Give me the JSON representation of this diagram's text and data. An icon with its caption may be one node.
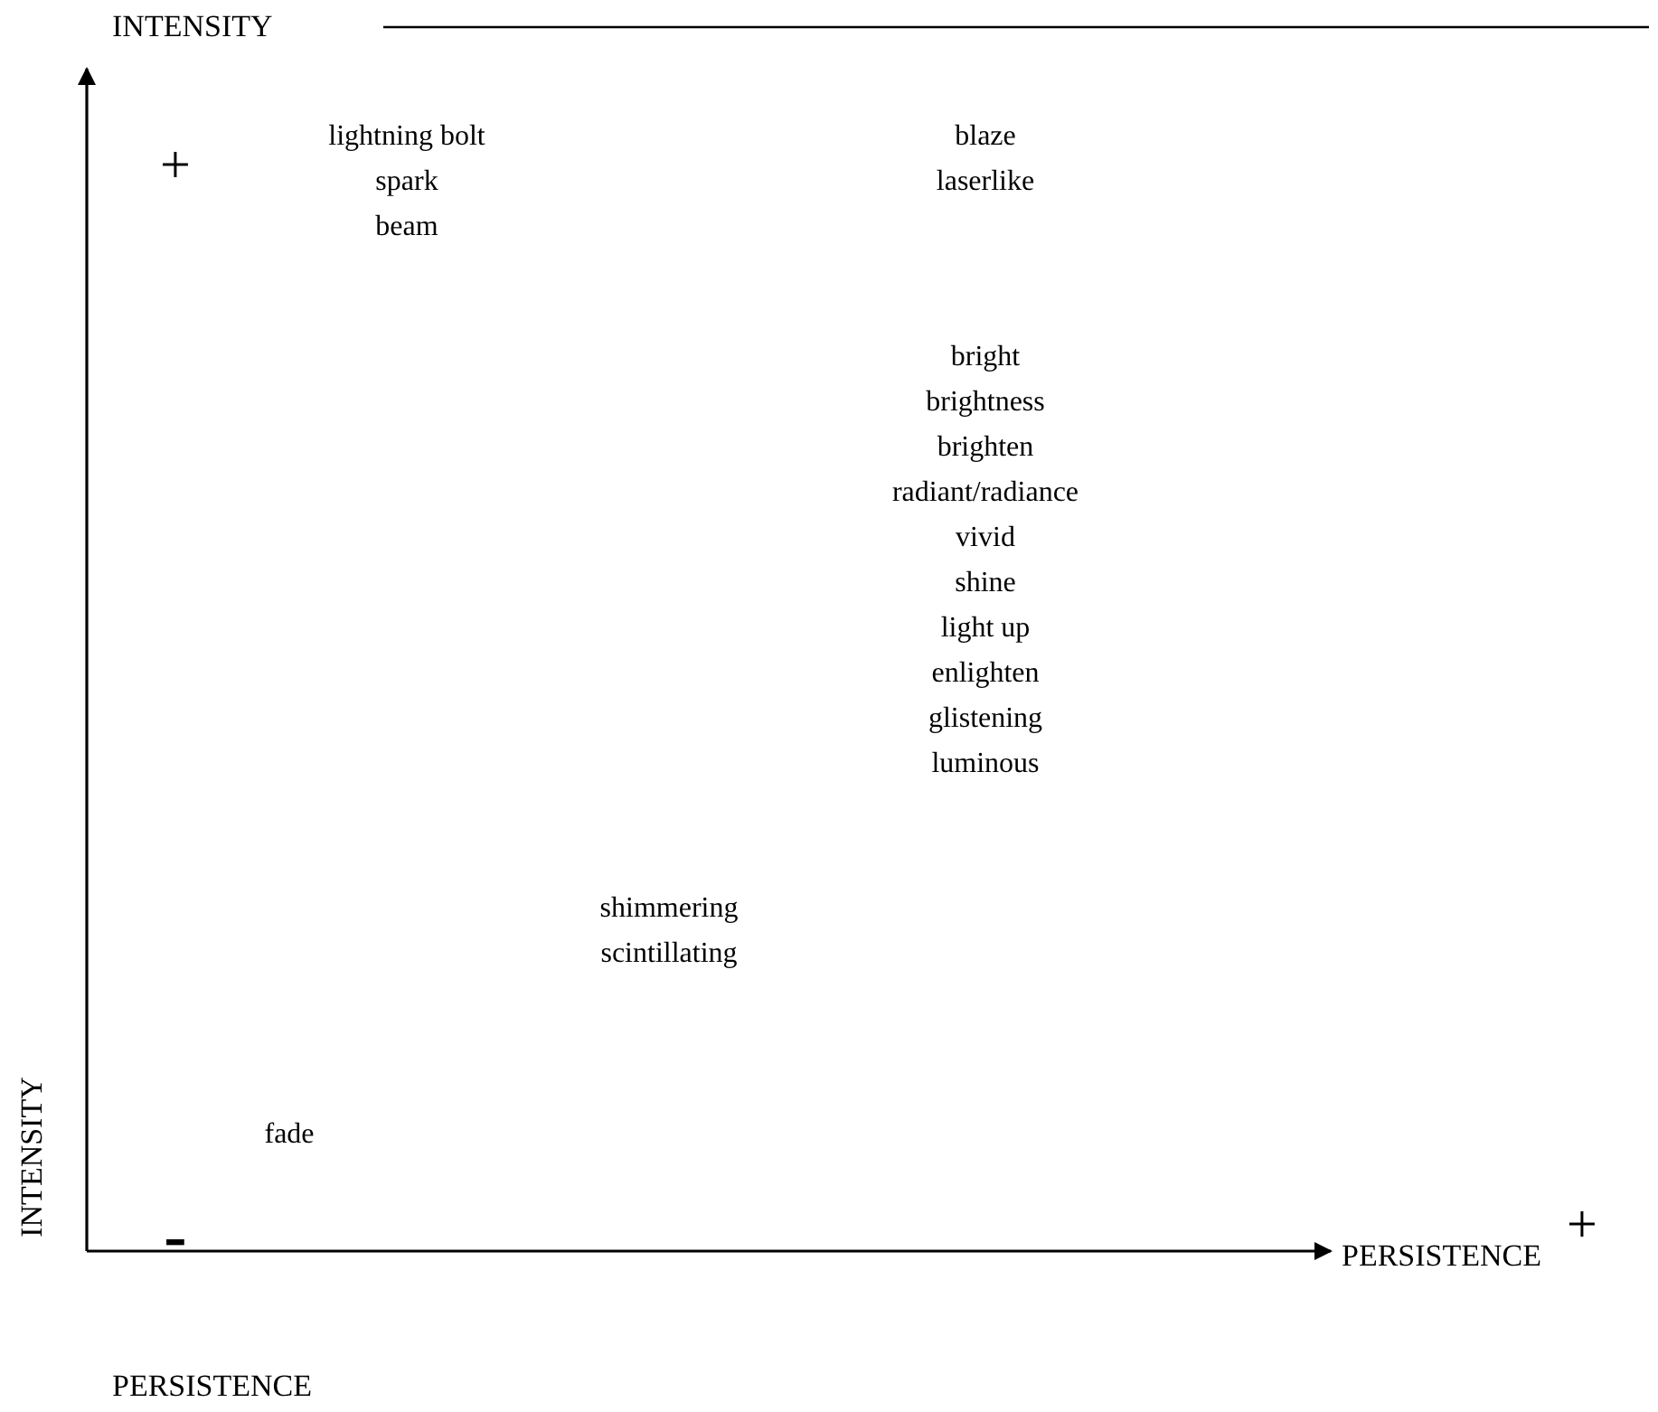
{
  "diagram": {
    "labels": [
      "INTENSITY",
      "+",
      "lightning bolt",
      "spark",
      "beam",
      "blaze",
      "laserlike",
      "bright",
      "brightness",
      "brighten",
      "radiant/radiance",
      "vivid",
      "shine",
      "light up",
      "enlighten",
      "glistening",
      "luminous",
      "shimmering",
      "scintillating",
      "INTENSITY",
      "fade",
      "-",
      "+",
      "PERSISTENCE",
      "PERSISTENCE"
    ]
  }
}
